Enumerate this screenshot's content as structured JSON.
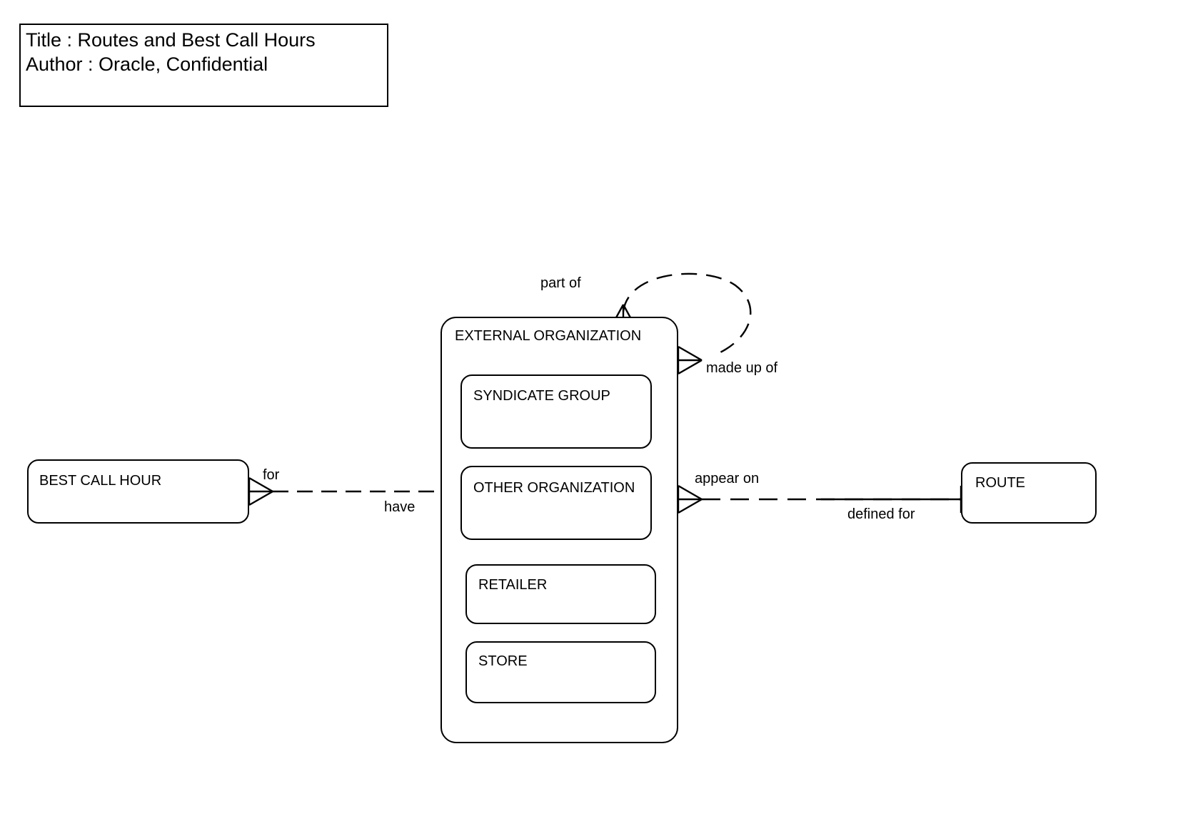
{
  "diagram": {
    "title_block": {
      "title_line": "Title : Routes and Best Call Hours",
      "author_line": "Author :  Oracle, Confidential"
    },
    "entities": {
      "best_call_hour": "BEST CALL HOUR",
      "external_organization": "EXTERNAL ORGANIZATION",
      "route": "ROUTE",
      "subtypes": {
        "syndicate_group": "SYNDICATE GROUP",
        "other_organization": "OTHER ORGANIZATION",
        "retailer": "RETAILER",
        "store": "STORE"
      }
    },
    "relationships": {
      "for": "for",
      "have": "have",
      "appear_on": "appear on",
      "defined_for": "defined for",
      "part_of": "part of",
      "made_up_of": "made up of"
    },
    "colors": {
      "stroke": "#000000",
      "background": "#ffffff"
    }
  }
}
